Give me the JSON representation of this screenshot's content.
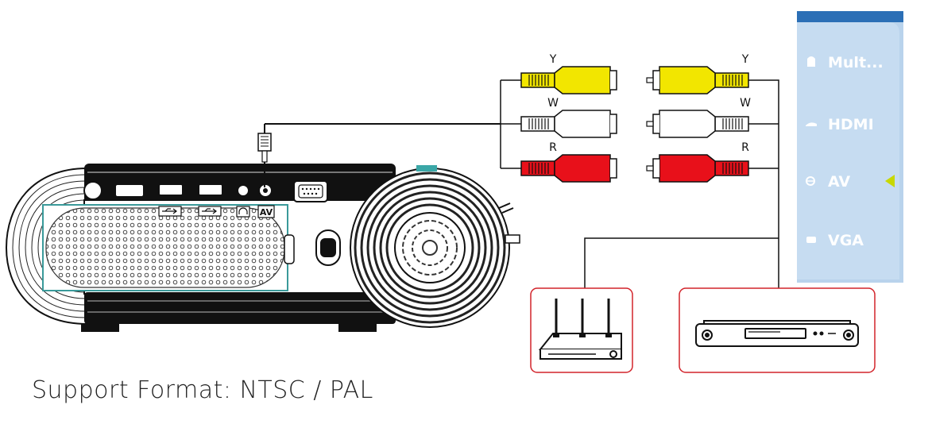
{
  "caption": "Support Format: NTSC / PAL",
  "cables": {
    "left": [
      {
        "label": "Y",
        "color": "#f2e600"
      },
      {
        "label": "W",
        "color": "#ffffff"
      },
      {
        "label": "R",
        "color": "#e8101a"
      }
    ],
    "right": [
      {
        "label": "Y",
        "color": "#f2e600"
      },
      {
        "label": "W",
        "color": "#ffffff"
      },
      {
        "label": "R",
        "color": "#e8101a"
      }
    ]
  },
  "source_menu": {
    "items": [
      {
        "label": "Mult...",
        "icon": "multimedia-icon"
      },
      {
        "label": "HDMI",
        "icon": "hdmi-icon"
      },
      {
        "label": "AV",
        "icon": "av-icon",
        "selected": true
      },
      {
        "label": "VGA",
        "icon": "vga-icon"
      }
    ],
    "background": "#bcd6ee",
    "text_color": "#ffffff",
    "indicator_color": "#c8d800"
  },
  "port_labels": {
    "av": "AV"
  },
  "devices": [
    {
      "name": "router",
      "icon": "router-icon",
      "border": "#d2232a"
    },
    {
      "name": "dvd-player",
      "icon": "dvd-player-icon",
      "border": "#d2232a"
    }
  ]
}
